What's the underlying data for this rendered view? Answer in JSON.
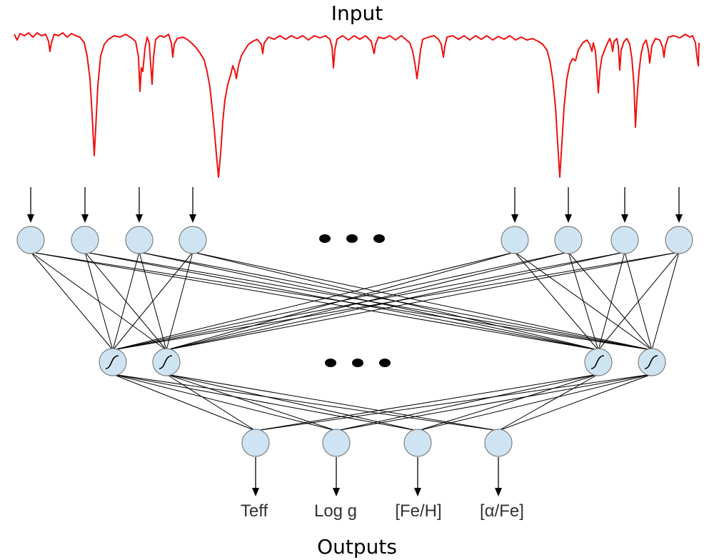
{
  "diagram": {
    "input_title": "Input",
    "output_title": "Outputs",
    "outputs": [
      "Teff",
      "Log g",
      "[Fe/H]",
      "[α/Fe]"
    ],
    "input_node_count": 8,
    "hidden_node_count": 4,
    "output_node_count": 4,
    "hidden_activation": "sigmoid-icon",
    "colors": {
      "spectrum": "#ee1111",
      "node_fill": "#cfe4f3",
      "node_stroke": "#7f7f7f",
      "edge": "#000000"
    }
  }
}
